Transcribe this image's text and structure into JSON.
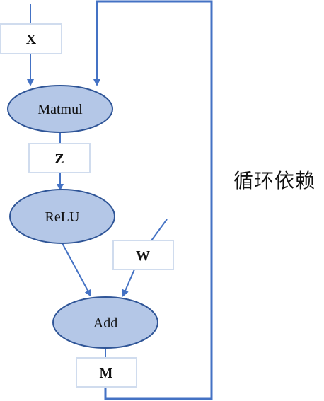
{
  "nodes": {
    "x": "X",
    "matmul": "Matmul",
    "z": "Z",
    "relu": "ReLU",
    "w": "W",
    "add": "Add",
    "m": "M"
  },
  "annotation": "循环依赖",
  "colors": {
    "edge": "#4472c4",
    "op_fill": "#b4c7e7",
    "op_stroke": "#2f5597",
    "tensor_border": "#d0dcee"
  }
}
